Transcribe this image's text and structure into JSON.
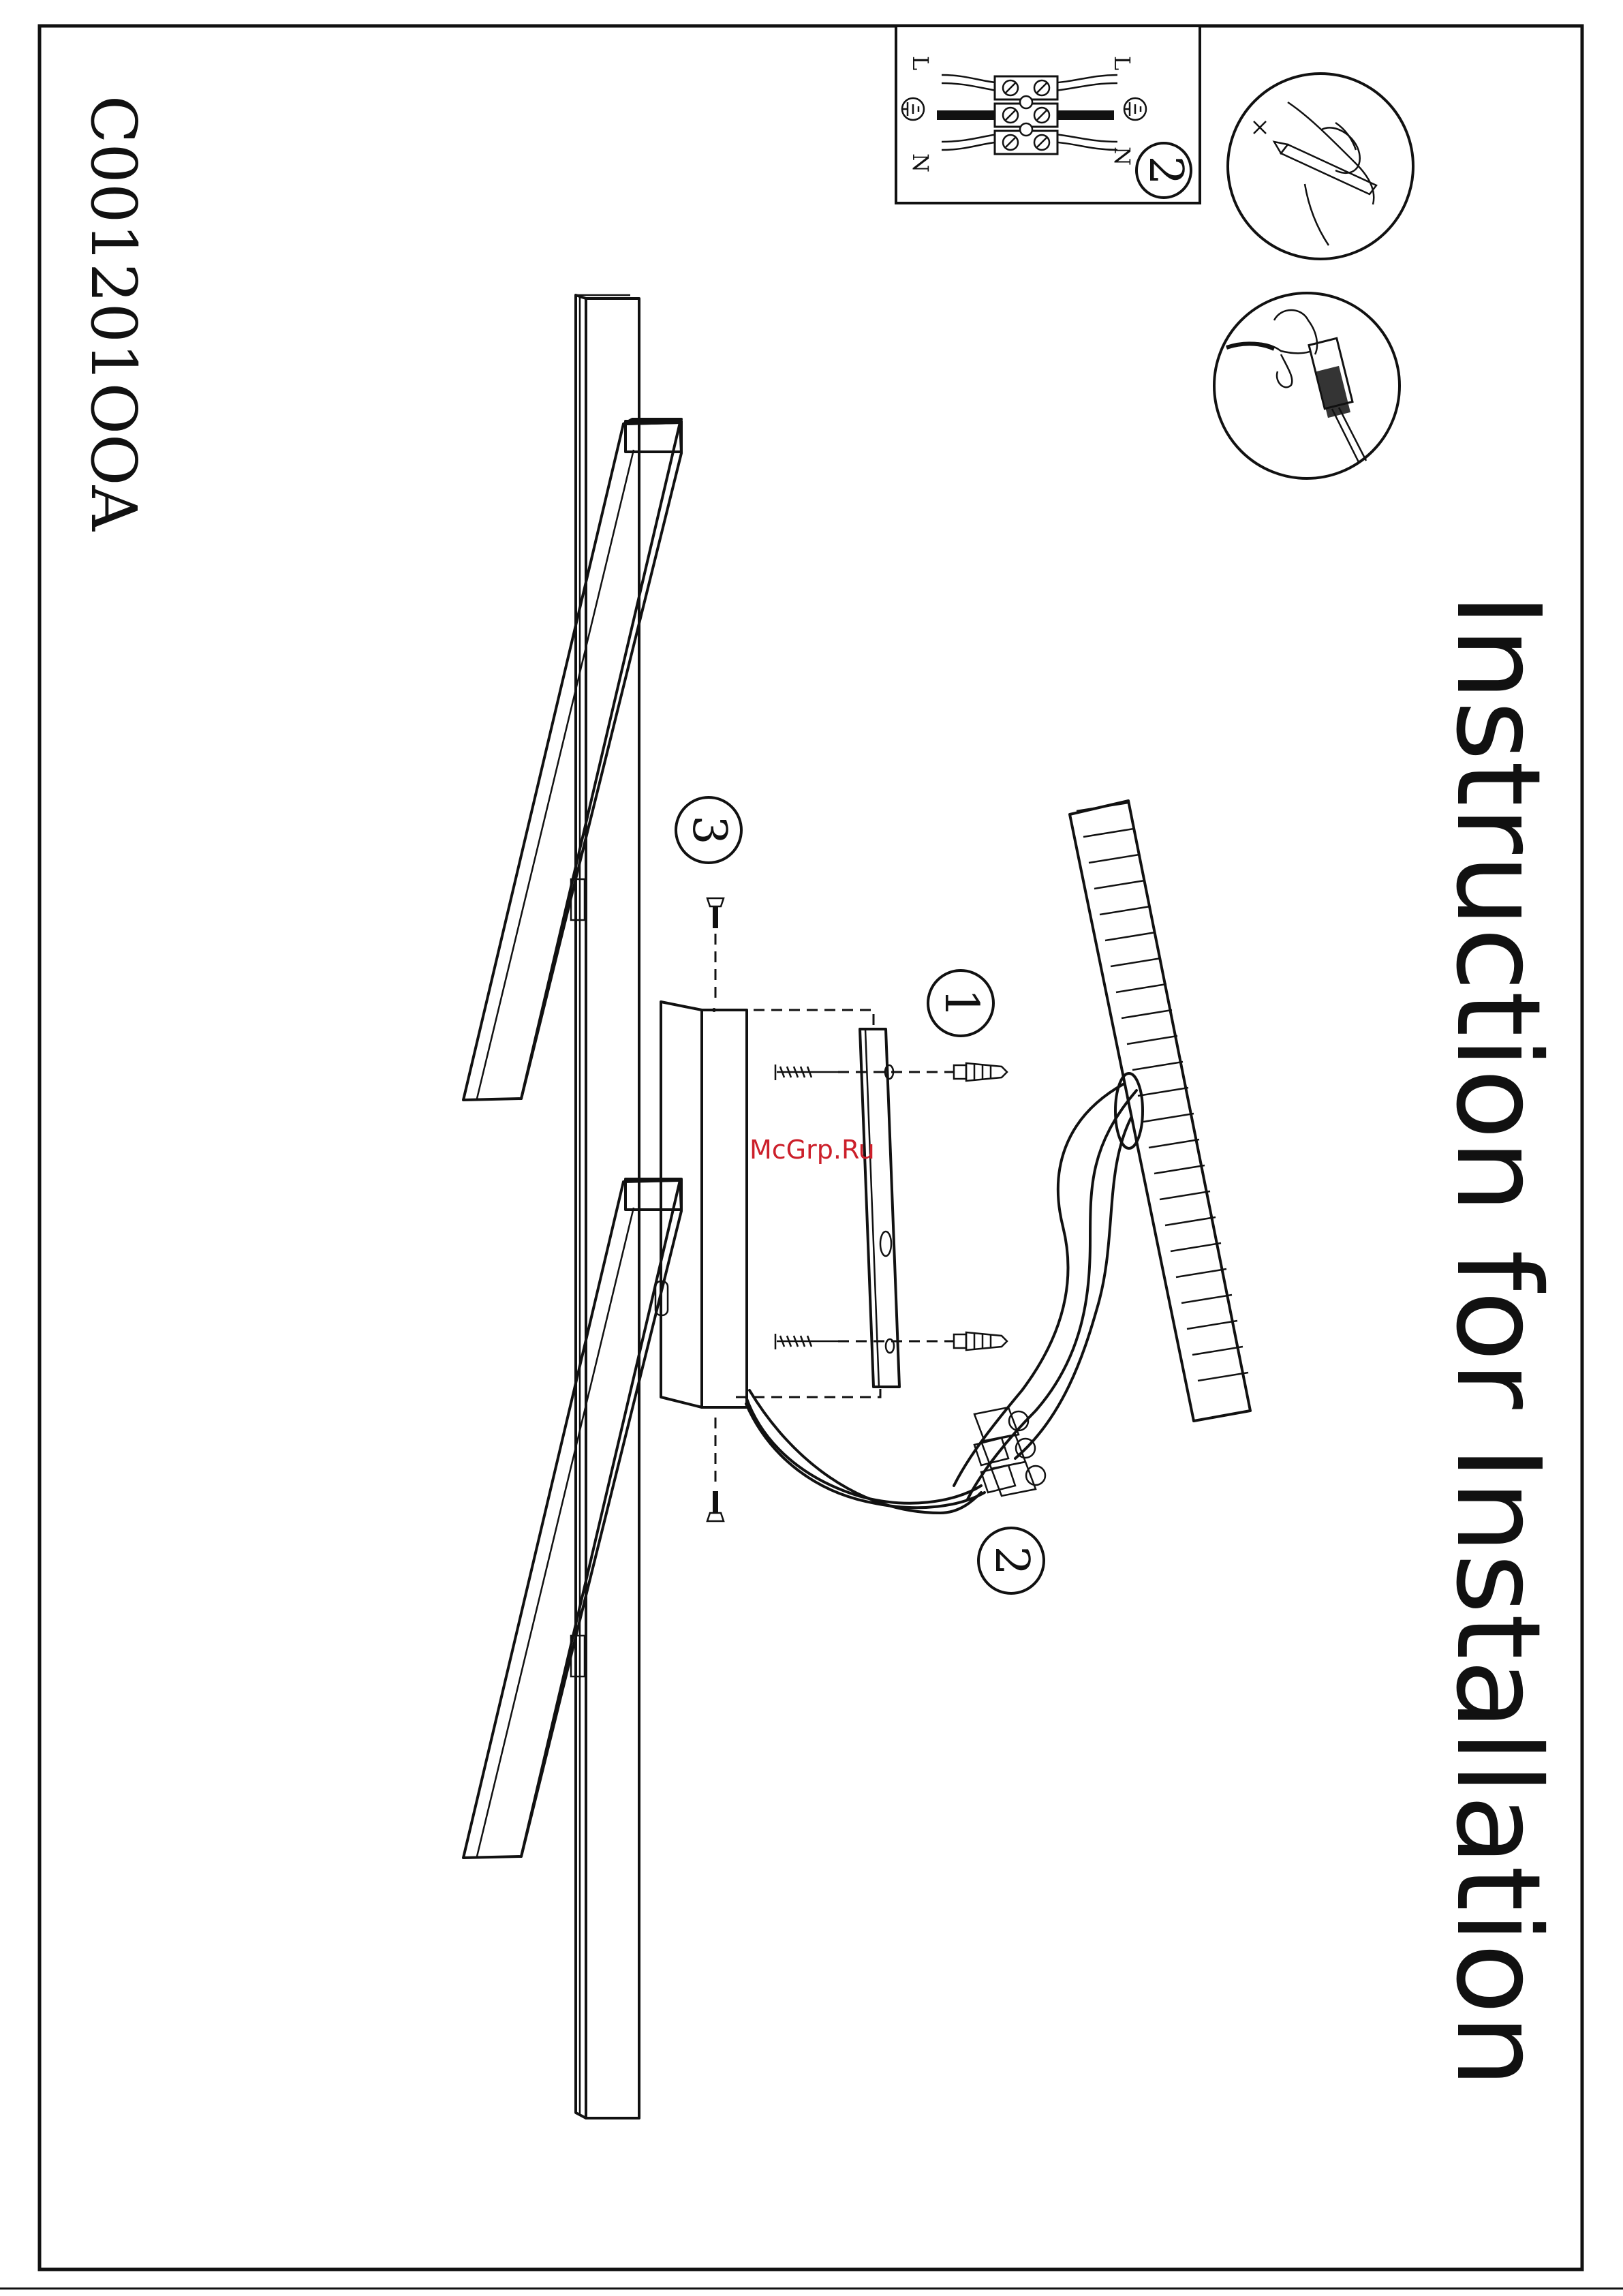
{
  "document": {
    "title": "Instruction for Installation",
    "model_code": "C001201OOA",
    "watermark": "McGrp.Ru"
  },
  "steps": [
    {
      "id": "1",
      "label": "1"
    },
    {
      "id": "2",
      "label": "2"
    },
    {
      "id": "3",
      "label": "3"
    }
  ],
  "wiring": {
    "step_label": "2",
    "live_label": "L",
    "neutral_label": "N",
    "earth_symbol": "⏚"
  },
  "colors": {
    "line": "#111111",
    "border": "#111111",
    "watermark": "#cc1f2a"
  },
  "icons": [
    "electrician-tester-icon",
    "plug-safety-icon",
    "terminal-block-icon",
    "ceiling-mount-icon"
  ]
}
